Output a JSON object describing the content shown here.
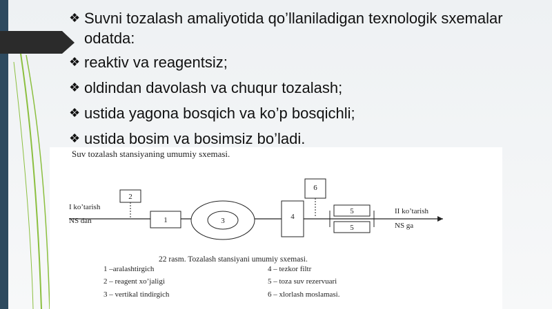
{
  "slide": {
    "bullets": [
      {
        "text": "Suvni tozalash amaliyotida qo’llaniladigan texnologik sxemalar odatda:"
      },
      {
        "text": " reaktiv va reagentsiz;"
      },
      {
        "text": "oldindan davolash va chuqur tozalash;"
      },
      {
        "text": " ustida yagona bosqich va ko’p bosqichli;"
      },
      {
        "text": " ustida bosim va bosimsiz bo’ladi."
      }
    ],
    "bullet_icon": "diamond-bullet-icon"
  },
  "figure": {
    "heading": "Suv tozalash stansiyaning umumiy sxemasi.",
    "left_label_1": "I ko’tarish",
    "left_label_2": "NS dan",
    "right_label_1": "II ko’tarish",
    "right_label_2": "NS ga",
    "box_labels": [
      "1",
      "2",
      "3",
      "4",
      "5",
      "5",
      "6"
    ],
    "caption": "22 rasm. Tozalash stansiyani umumiy sxemasi.",
    "legend": [
      "1 –aralashtirgich",
      "2 – reagent xo’jaligi",
      "3 – vertikal tindirgich",
      "4 – tezkor filtr",
      "5 – toza suv rezervuari",
      "6 – xlorlash moslamasi."
    ]
  },
  "colors": {
    "sidebar": "#2e4a5f",
    "accent_lines": "#8bbf3f"
  }
}
